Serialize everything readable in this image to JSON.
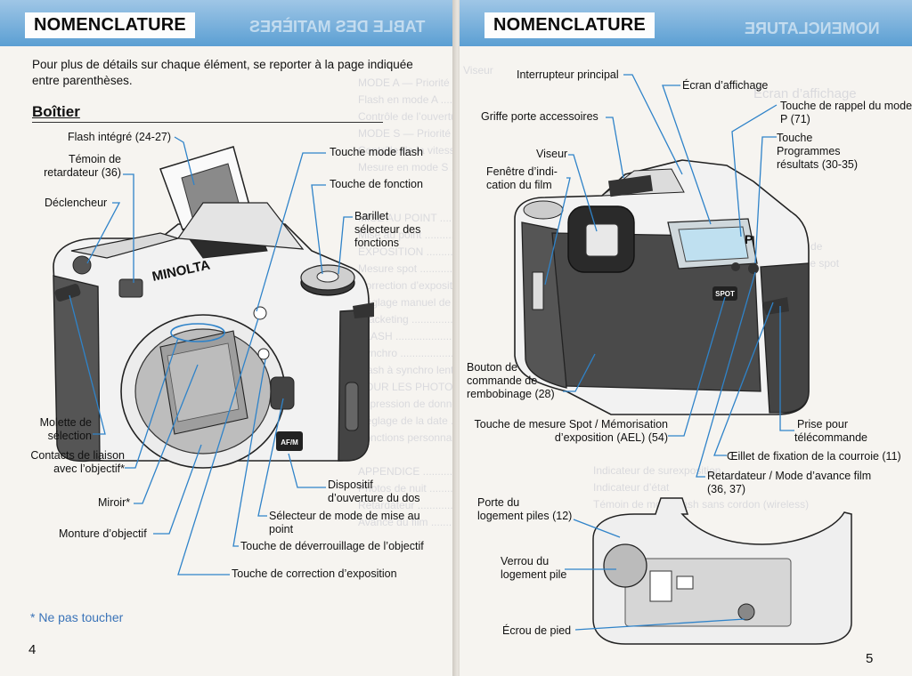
{
  "left_page": {
    "header": "NOMENCLATURE",
    "intro": "Pour plus de détails sur chaque élément, se reporter à la page indiquée entre parenthèses.",
    "section": "Boîtier",
    "camera_brand": "MINOLTA",
    "labels": {
      "flash": "Flash intégré (24-27)",
      "retardateur_1": "Témoin de",
      "retardateur_2": "retardateur (36)",
      "declencheur": "Déclencheur",
      "molette_1": "Molette de",
      "molette_2": "sélection",
      "contacts_1": "Contacts de liaison",
      "contacts_2": "avec l’objectif*",
      "miroir": "Miroir*",
      "monture": "Monture d’objectif",
      "touche_flash": "Touche mode flash",
      "touche_fonction": "Touche de fonction",
      "barillet_1": "Barillet",
      "barillet_2": "sélecteur des",
      "barillet_3": "fonctions",
      "dispositif_1": "Dispositif",
      "dispositif_2": "d’ouverture du dos",
      "selecteur_1": "Sélecteur de mode de mise au",
      "selecteur_2": "point",
      "deverrouillage": "Touche de déverrouillage de l’objectif",
      "correction": "Touche de correction d’exposition"
    },
    "button_af": "AF/M",
    "note": "* Ne pas toucher",
    "page_number": "4"
  },
  "right_page": {
    "header": "NOMENCLATURE",
    "labels": {
      "interrupteur": "Interrupteur principal",
      "ecran": "Écran d’affichage",
      "griffe": "Griffe porte accessoires",
      "rappel_1": "Touche de rappel du mode",
      "rappel_2": "P (71)",
      "programmes_1": "Touche",
      "programmes_2": "Programmes",
      "programmes_3": "résultats (30-35)",
      "viseur": "Viseur",
      "fenetre_1": "Fenêtre d’indi-",
      "fenetre_2": "cation du film",
      "bouton_1": "Bouton de",
      "bouton_2": "commande de",
      "bouton_3": "rembobinage (28)",
      "spot_1": "Touche de mesure Spot / Mémorisation",
      "spot_2": "d’exposition (AEL) (54)",
      "prise_1": "Prise pour",
      "prise_2": "télécommande",
      "oeillet": "Œillet de fixation de la courroie (11)",
      "retard_1": "Retardateur / Mode d’avance film",
      "retard_2": "(36, 37)",
      "porte_1": "Porte du",
      "porte_2": "logement piles (12)",
      "verrou_1": "Verrou du",
      "verrou_2": "logement pile",
      "ecrou": "Écrou de pied"
    },
    "button_spot": "SPOT",
    "lcd_mode": "P",
    "page_number": "5"
  }
}
